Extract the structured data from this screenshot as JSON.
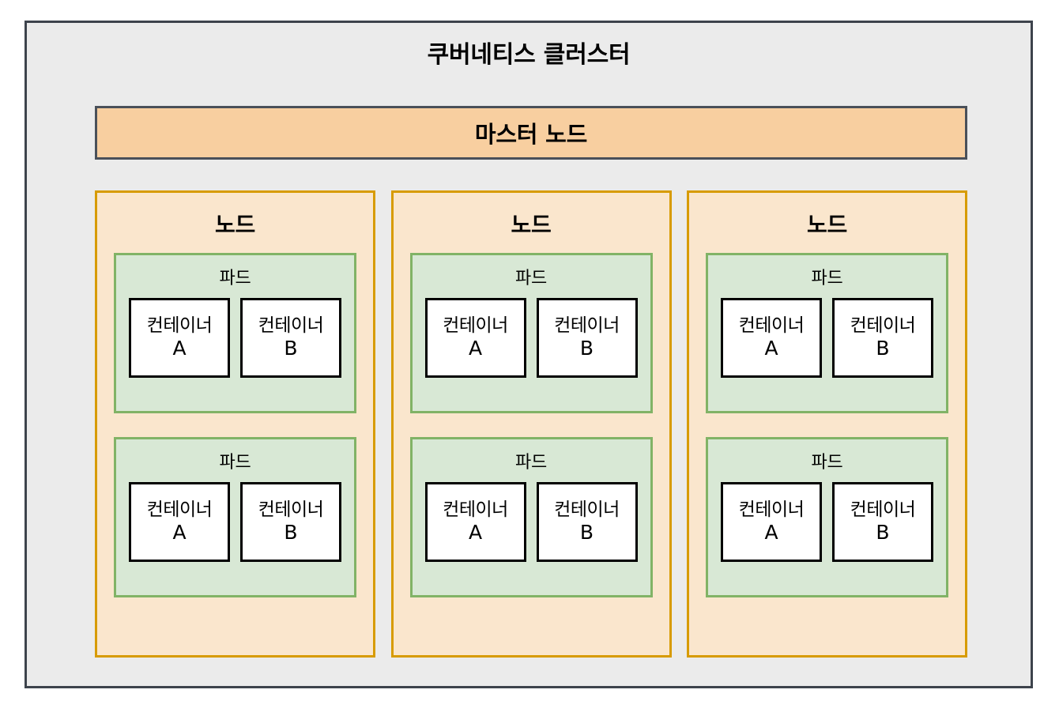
{
  "diagram": {
    "type": "kubernetes-architecture",
    "title": "쿠버네티스 클러스터",
    "colors": {
      "page_background": "#ffffff",
      "cluster_fill": "#ebebeb",
      "cluster_border": "#3d434c",
      "master_node_fill": "#f8cfa0",
      "master_node_border": "#4a5059",
      "node_fill": "#fae6cd",
      "node_border": "#d79b00",
      "pod_fill": "#d8e8d5",
      "pod_border": "#81b366",
      "container_fill": "#ffffff",
      "container_border": "#000000",
      "text": "#000000"
    }
  },
  "cluster": {
    "title": "쿠버네티스 클러스터",
    "master_node": {
      "label": "마스터 노드"
    },
    "nodes": [
      {
        "label": "노드",
        "pods": [
          {
            "label": "파드",
            "containers": [
              {
                "name": "컨테이너",
                "letter": "A"
              },
              {
                "name": "컨테이너",
                "letter": "B"
              }
            ]
          },
          {
            "label": "파드",
            "containers": [
              {
                "name": "컨테이너",
                "letter": "A"
              },
              {
                "name": "컨테이너",
                "letter": "B"
              }
            ]
          }
        ]
      },
      {
        "label": "노드",
        "pods": [
          {
            "label": "파드",
            "containers": [
              {
                "name": "컨테이너",
                "letter": "A"
              },
              {
                "name": "컨테이너",
                "letter": "B"
              }
            ]
          },
          {
            "label": "파드",
            "containers": [
              {
                "name": "컨테이너",
                "letter": "A"
              },
              {
                "name": "컨테이너",
                "letter": "B"
              }
            ]
          }
        ]
      },
      {
        "label": "노드",
        "pods": [
          {
            "label": "파드",
            "containers": [
              {
                "name": "컨테이너",
                "letter": "A"
              },
              {
                "name": "컨테이너",
                "letter": "B"
              }
            ]
          },
          {
            "label": "파드",
            "containers": [
              {
                "name": "컨테이너",
                "letter": "A"
              },
              {
                "name": "컨테이너",
                "letter": "B"
              }
            ]
          }
        ]
      }
    ]
  }
}
